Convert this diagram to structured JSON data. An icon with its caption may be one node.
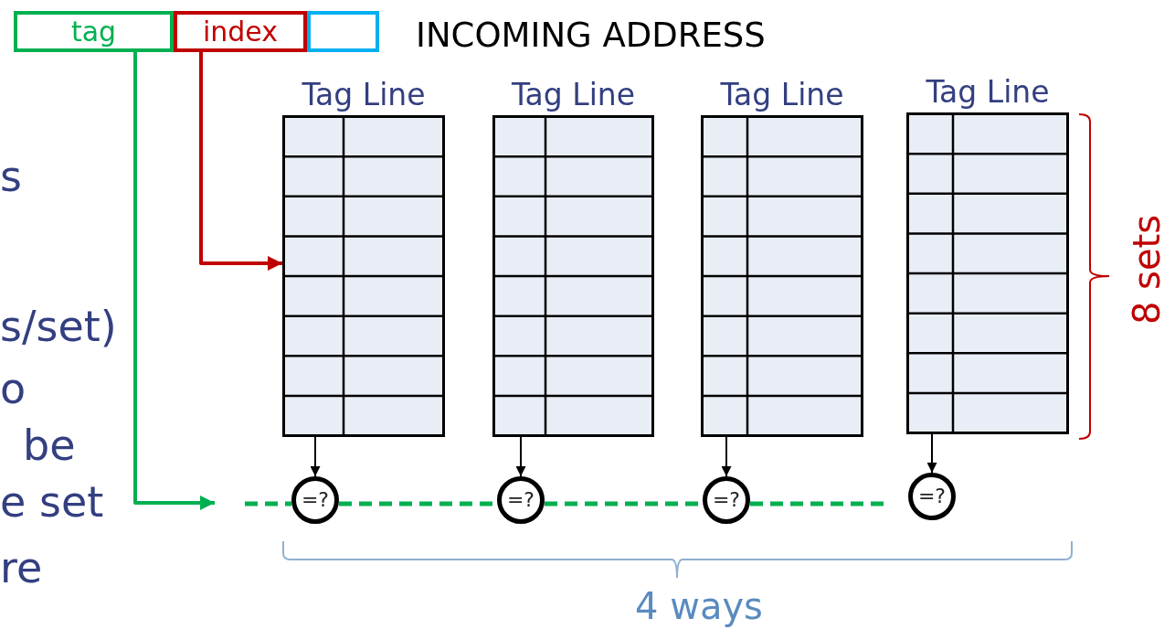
{
  "diagram": {
    "nodes": [
      {
        "text": [
          "tag"
        ]
      },
      {
        "text": [
          "index"
        ]
      },
      {
        "text": [],
        "shape": "box"
      },
      {
        "text": [
          "Tag Line"
        ]
      },
      {
        "text": [
          "Tag Line"
        ]
      },
      {
        "text": [
          "Tag Line"
        ]
      },
      {
        "text": [
          "Tag Line"
        ]
      },
      {
        "text": [
          "=?"
        ]
      },
      {
        "text": [
          "=?"
        ]
      },
      {
        "text": [
          "=?"
        ]
      },
      {
        "text": [
          "=?"
        ]
      }
    ],
    "edges": [
      {
        "from": 0,
        "to": null,
        "arrow": "to",
        "color": "#00b050"
      },
      {
        "from": 1,
        "to": 3,
        "arrow": "to",
        "color": "#c00000"
      },
      {
        "from": 3,
        "to": 7,
        "arrow": "to",
        "color": "#000000"
      },
      {
        "from": 4,
        "to": 8,
        "arrow": "to",
        "color": "#000000"
      },
      {
        "from": 5,
        "to": 9,
        "arrow": "to",
        "color": "#000000"
      },
      {
        "from": 6,
        "to": 10,
        "arrow": "to",
        "color": "#000000"
      },
      {
        "from": null,
        "to": 7,
        "arrow": "none",
        "style": "dashed",
        "color": "#00b050"
      },
      {
        "from": 7,
        "to": 8,
        "arrow": "none",
        "style": "dashed",
        "color": "#00b050"
      },
      {
        "from": 8,
        "to": 9,
        "arrow": "none",
        "style": "dashed",
        "color": "#00b050"
      },
      {
        "from": 9,
        "to": null,
        "arrow": "none",
        "style": "dashed",
        "color": "#00b050"
      }
    ],
    "labels": [
      "INCOMING ADDRESS",
      "s",
      "s/set)",
      "o",
      "be",
      "e set",
      "re",
      "8 sets",
      "4 ways"
    ]
  }
}
